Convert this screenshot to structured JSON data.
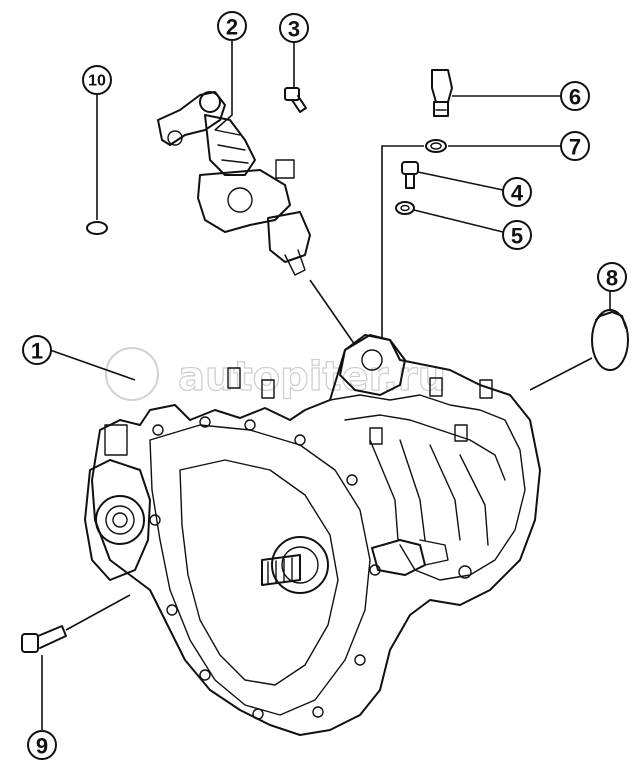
{
  "watermark": "autopiter.ru",
  "callouts": [
    {
      "id": "1",
      "label": "1"
    },
    {
      "id": "2",
      "label": "2"
    },
    {
      "id": "3",
      "label": "3"
    },
    {
      "id": "4",
      "label": "4"
    },
    {
      "id": "5",
      "label": "5"
    },
    {
      "id": "6",
      "label": "6"
    },
    {
      "id": "7",
      "label": "7"
    },
    {
      "id": "8",
      "label": "8"
    },
    {
      "id": "9",
      "label": "9"
    },
    {
      "id": "10",
      "label": "10"
    }
  ]
}
